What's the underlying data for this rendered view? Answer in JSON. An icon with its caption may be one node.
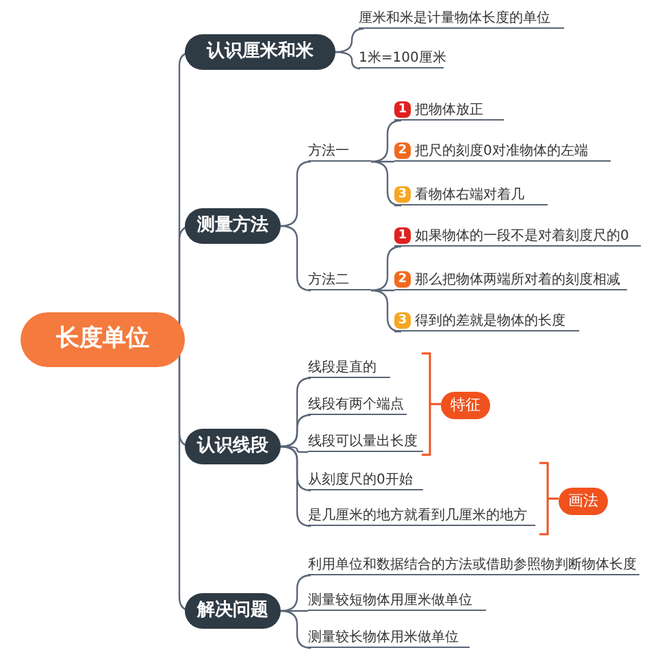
{
  "diagram": {
    "nodes": [
      {
        "text": [
          "长度单位"
        ]
      },
      {
        "text": [
          "认识厘米和米"
        ]
      },
      {
        "text": [
          "厘米和米是计量物体长度的单位"
        ]
      },
      {
        "text": [
          "1米=100厘米"
        ]
      },
      {
        "text": [
          "测量方法"
        ]
      },
      {
        "text": [
          "方法一"
        ]
      },
      {
        "text": [
          "1",
          "把物体放正"
        ]
      },
      {
        "text": [
          "2",
          "把尺的刻度0对准物体的左端"
        ]
      },
      {
        "text": [
          "3",
          "看物体右端对着几"
        ]
      },
      {
        "text": [
          "方法二"
        ]
      },
      {
        "text": [
          "1",
          "如果物体的一段不是对着刻度尺的0"
        ]
      },
      {
        "text": [
          "2",
          "那么把物体两端所对着的刻度相减"
        ]
      },
      {
        "text": [
          "3",
          "得到的差就是物体的长度"
        ]
      },
      {
        "text": [
          "认识线段"
        ]
      },
      {
        "text": [
          "线段是直的"
        ]
      },
      {
        "text": [
          "线段有两个端点"
        ]
      },
      {
        "text": [
          "线段可以量出长度"
        ]
      },
      {
        "text": [
          "从刻度尺的0开始"
        ]
      },
      {
        "text": [
          "是几厘米的地方就看到几厘米的地方"
        ]
      },
      {
        "text": [
          "特征"
        ]
      },
      {
        "text": [
          "画法"
        ]
      },
      {
        "text": [
          "解决问题"
        ]
      },
      {
        "text": [
          "利用单位和数据结合的方法或借助参照物判断物体长度"
        ]
      },
      {
        "text": [
          "测量较短物体用厘米做单位"
        ]
      },
      {
        "text": [
          "测量较长物体用米做单位"
        ]
      }
    ],
    "edges": [
      {
        "from": 0,
        "to": 1,
        "arrow": "none"
      },
      {
        "from": 0,
        "to": 4,
        "arrow": "none"
      },
      {
        "from": 0,
        "to": 13,
        "arrow": "none"
      },
      {
        "from": 0,
        "to": 21,
        "arrow": "none"
      },
      {
        "from": 1,
        "to": 2,
        "arrow": "none"
      },
      {
        "from": 1,
        "to": 3,
        "arrow": "none"
      },
      {
        "from": 4,
        "to": 5,
        "arrow": "none"
      },
      {
        "from": 4,
        "to": 9,
        "arrow": "none"
      },
      {
        "from": 5,
        "to": 6,
        "arrow": "none"
      },
      {
        "from": 5,
        "to": 7,
        "arrow": "none"
      },
      {
        "from": 5,
        "to": 8,
        "arrow": "none"
      },
      {
        "from": 9,
        "to": 10,
        "arrow": "none"
      },
      {
        "from": 9,
        "to": 11,
        "arrow": "none"
      },
      {
        "from": 9,
        "to": 12,
        "arrow": "none"
      },
      {
        "from": 13,
        "to": 14,
        "arrow": "none"
      },
      {
        "from": 13,
        "to": 15,
        "arrow": "none"
      },
      {
        "from": 13,
        "to": 16,
        "arrow": "none"
      },
      {
        "from": 13,
        "to": 17,
        "arrow": "none"
      },
      {
        "from": 13,
        "to": 18,
        "arrow": "none"
      },
      {
        "from": 21,
        "to": 22,
        "arrow": "none"
      },
      {
        "from": 21,
        "to": 23,
        "arrow": "none"
      },
      {
        "from": 21,
        "to": 24,
        "arrow": "none"
      }
    ]
  }
}
